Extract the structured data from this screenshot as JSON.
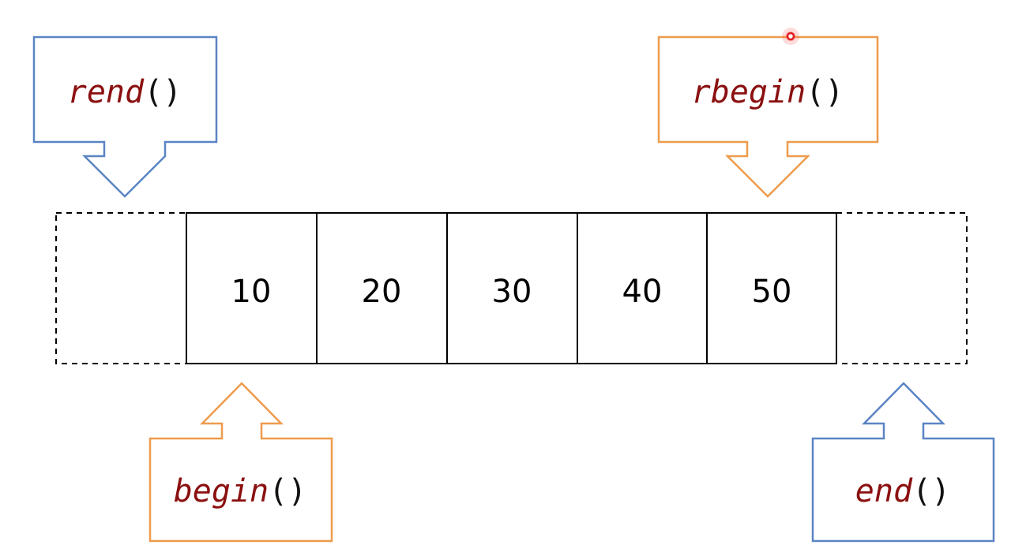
{
  "array": {
    "values": [
      "10",
      "20",
      "30",
      "40",
      "50"
    ]
  },
  "callouts": {
    "rend": {
      "name": "rend",
      "parens": "()"
    },
    "rbegin": {
      "name": "rbegin",
      "parens": "()"
    },
    "begin": {
      "name": "begin",
      "parens": "()"
    },
    "end": {
      "name": "end",
      "parens": "()"
    }
  },
  "colors": {
    "blue": "#5b84c4",
    "orange": "#ee9b4c",
    "function_name": "#8b1010",
    "cell_border": "#000000",
    "cursor_dot": "#e02020"
  }
}
